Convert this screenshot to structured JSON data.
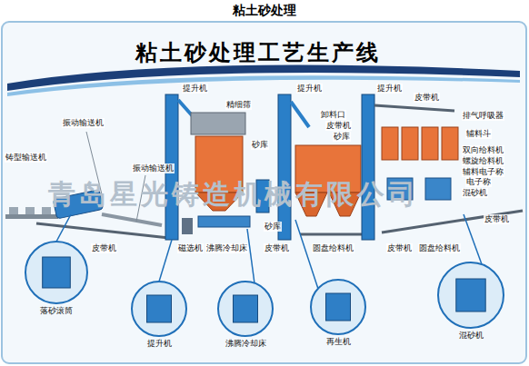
{
  "diagram": {
    "title": "粘土砂处理",
    "nodes": [
      {
        "text": [
          "落砂滚筒"
        ]
      },
      {
        "text": [
          "提升机"
        ]
      },
      {
        "text": [
          "沸腾冷却床"
        ]
      },
      {
        "text": [
          "再生机"
        ]
      },
      {
        "text": [
          "混砂机"
        ]
      }
    ],
    "labels": [
      "粘土砂处理工艺生产线",
      "铸型输送机",
      "振动输送机",
      "振动输送机",
      "提升机",
      "精细筛",
      "砂库",
      "皮带机",
      "磁选机",
      "沸腾冷却床",
      "提升机",
      "卸料口",
      "皮带机",
      "砂库",
      "砂库",
      "皮带机",
      "圆盘给料机",
      "提升机",
      "皮带机",
      "排气呼吸器",
      "辅料斗",
      "双向给料机",
      "螺旋给料机",
      "辅料电子称",
      "电子称",
      "混砂机",
      "皮带机",
      "皮带机",
      "圆盘给料机",
      "青岛星光铸造机械有限公司"
    ]
  }
}
